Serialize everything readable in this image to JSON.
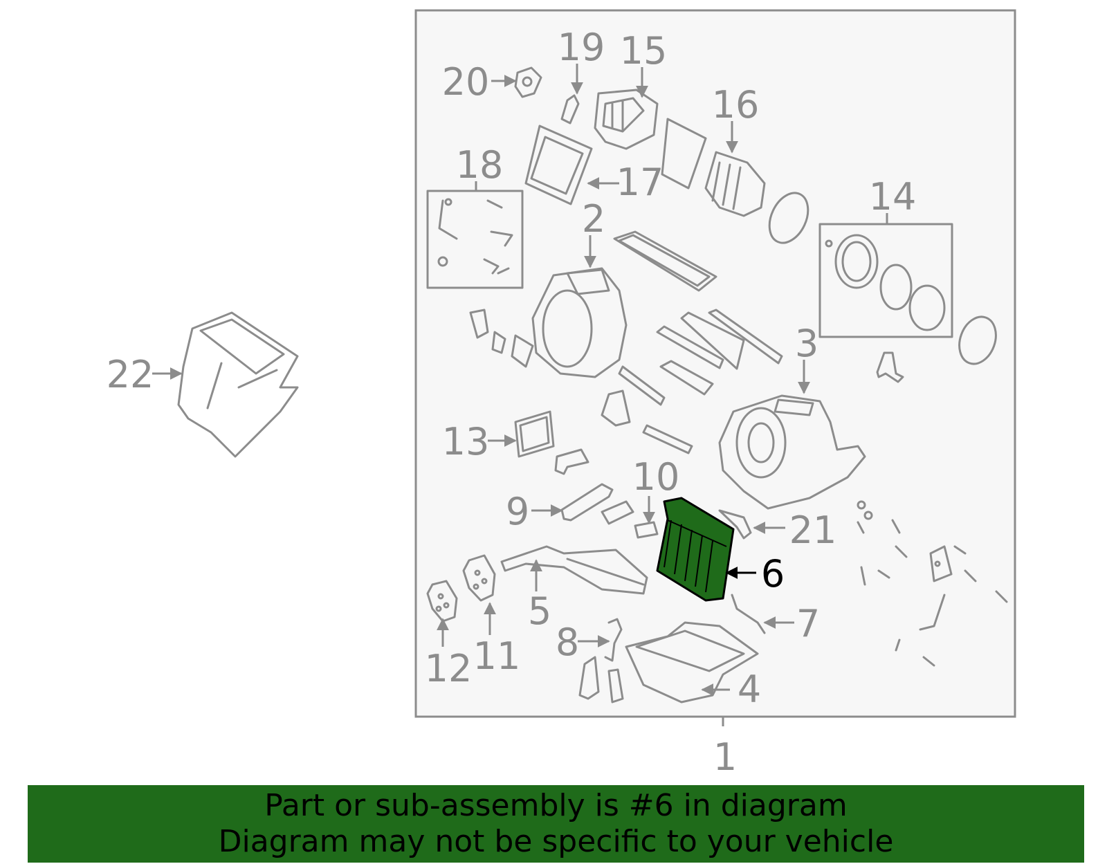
{
  "callouts": [
    {
      "id": "1",
      "label": "1"
    },
    {
      "id": "2",
      "label": "2"
    },
    {
      "id": "3",
      "label": "3"
    },
    {
      "id": "4",
      "label": "4"
    },
    {
      "id": "5",
      "label": "5"
    },
    {
      "id": "6",
      "label": "6"
    },
    {
      "id": "7",
      "label": "7"
    },
    {
      "id": "8",
      "label": "8"
    },
    {
      "id": "9",
      "label": "9"
    },
    {
      "id": "10",
      "label": "10"
    },
    {
      "id": "11",
      "label": "11"
    },
    {
      "id": "12",
      "label": "12"
    },
    {
      "id": "13",
      "label": "13"
    },
    {
      "id": "14",
      "label": "14"
    },
    {
      "id": "15",
      "label": "15"
    },
    {
      "id": "16",
      "label": "16"
    },
    {
      "id": "17",
      "label": "17"
    },
    {
      "id": "18",
      "label": "18"
    },
    {
      "id": "19",
      "label": "19"
    },
    {
      "id": "20",
      "label": "20"
    },
    {
      "id": "21",
      "label": "21"
    },
    {
      "id": "22",
      "label": "22"
    }
  ],
  "highlighted_part": "6",
  "colors": {
    "line": "#8c8c8c",
    "highlight_fill": "#1f6b1a",
    "banner_bg": "#1f6b1a",
    "panel_bg": "#f7f7f7"
  },
  "banner": {
    "line1": "Part or sub-assembly is #6 in diagram",
    "line2": "Diagram may not be specific to your vehicle"
  }
}
